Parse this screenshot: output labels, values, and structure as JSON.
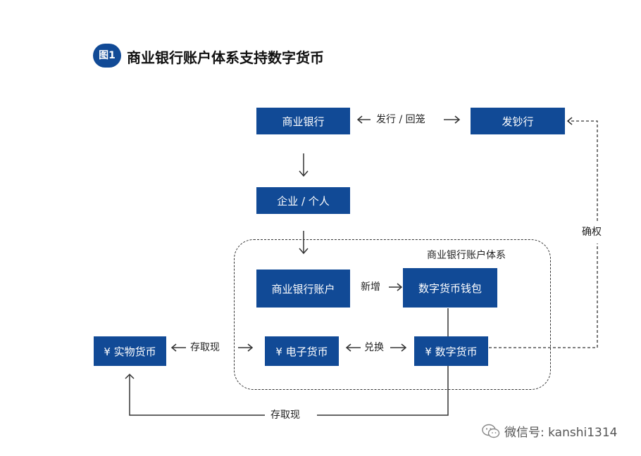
{
  "header": {
    "badge": "图1",
    "title": "商业银行账户体系支持数字货币"
  },
  "nodes": {
    "commercial_bank": "商业银行",
    "issuing_bank": "发钞行",
    "enterprise_individual": "企业 / 个人",
    "bank_account": "商业银行账户",
    "digital_wallet": "数字货币钱包",
    "physical_currency": "¥ 实物货币",
    "electronic_currency": "¥ 电子货币",
    "digital_currency": "¥ 数字货币"
  },
  "edge_labels": {
    "issue_withdraw": "发行 / 回笼",
    "confirm_rights": "确权",
    "new_add": "新增",
    "deposit_withdraw_top": "存取现",
    "exchange": "兑换",
    "deposit_withdraw_bottom": "存取现"
  },
  "region_label": "商业银行账户体系",
  "watermark": "微信号: kanshi1314",
  "colors": {
    "box_fill": "#114a96",
    "box_text": "#ffffff",
    "line": "#333333"
  }
}
